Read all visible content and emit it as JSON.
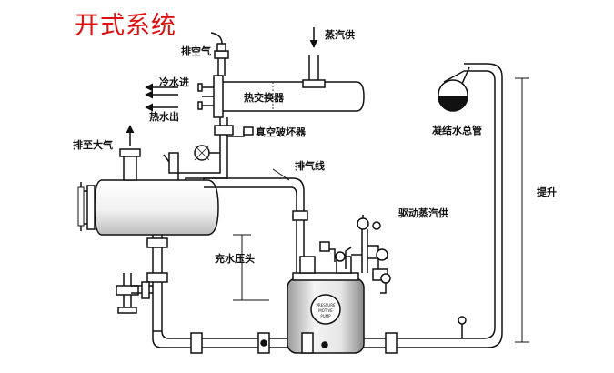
{
  "title": "开式系统",
  "labels": {
    "steam_supply": "蒸汽供",
    "vent_air": "排空气",
    "cold_water_in": "冷水进",
    "heat_exchanger": "热交换器",
    "hot_water_out": "热水出",
    "vacuum_breaker": "真空破坏器",
    "vent_to_atmosphere": "排至大气",
    "vent_line": "排气线",
    "condensate_header": "凝结水总管",
    "lift": "提升",
    "motive_steam_supply": "驱动蒸汽供",
    "fill_head": "充水压头"
  },
  "colors": {
    "title": "#e01010",
    "line": "#111111",
    "pipe_fill": "#ffffff",
    "shade": "#d8d8d8"
  }
}
